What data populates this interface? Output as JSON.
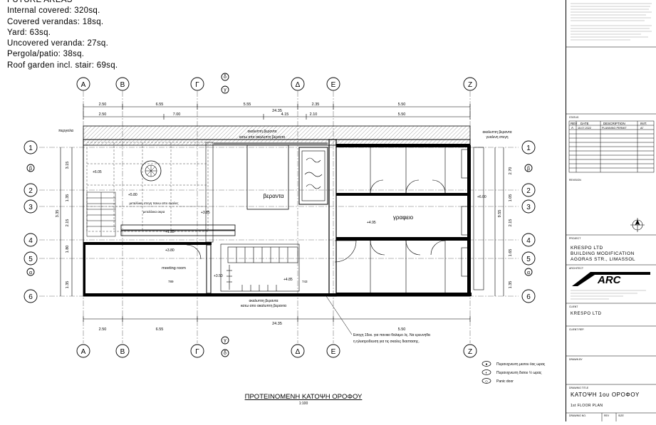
{
  "areas": {
    "heading": "FUTURE AREAS",
    "lines": [
      "Internal covered: 320sq.",
      "Covered verandas: 18sq.",
      "Yard: 63sq.",
      "Uncovered veranda: 27sq.",
      "Pergola/patio: 38sq.",
      "Roof garden incl. stair: 69sq."
    ]
  },
  "grid": {
    "columns": [
      "Α",
      "Β",
      "Γ",
      "Δ",
      "Ε",
      "Ζ"
    ],
    "rows": [
      "1",
      "2",
      "3",
      "4",
      "5",
      "6"
    ],
    "aux_cols": [
      "δ",
      "γ"
    ],
    "aux_rows": [
      "β",
      "α"
    ]
  },
  "dims": {
    "top1": [
      "2.50",
      "6.55",
      "5.55",
      "2.35",
      "5.50"
    ],
    "top1_total": "24.35",
    "top2": [
      "2.50",
      "7.00",
      "4.15",
      "2.10",
      "5.50"
    ],
    "bottom1": [
      "2.50",
      "6.55",
      "5.50"
    ],
    "bottom1_total": "24.35",
    "left": [
      "3.15",
      "1.35",
      "2.15",
      "1.80",
      "3.35",
      "1.35"
    ],
    "right": [
      "2.70",
      "1.05",
      "2.15",
      "1.65",
      "1.35"
    ],
    "right_total": "9.55"
  },
  "labels": {
    "pergola": "περγολα",
    "veranda_top": "ακαλυπτη βεραντα",
    "veranda_top2": "κατω απο ακαλυπτη βεραντα",
    "veranda_right": "ακαλυπτη βεραντα",
    "glass_roof": "γυαλινη στεγη",
    "metal_roof": "μεταλλικη στεγη πανω απο σκαλες",
    "metal_beams": "μεταλλικα ακρα",
    "veranda_room": "βεραντα",
    "office_room": "γραφειο",
    "meeting_room": "meeting room",
    "lvl_600": "+6.00",
    "lvl_580": "+5.80",
    "lvl_385": "+3.85",
    "lvl_395": "+4.95",
    "lvl_380": "+3.80",
    "lvl_135": "+1.35",
    "lvl_485": "+4.85",
    "lvl_350": "+3.50",
    "lvl_605": "+6.05",
    "bottom_veranda": "ακαλυπτη βεραντα",
    "bottom_veranda2": "κατω απο ακαλυπτη βεραντα",
    "dim_789": "789",
    "dim_743": "743",
    "note_line1": "Εσοχη 15εκ. για πανικο θαλαμο /ις. Να ερευνηθει",
    "note_line2": "η ηλεκτροδευση για τις σκαλες διαστασης."
  },
  "legend": [
    {
      "symbol": "●",
      "text": "Πυρανιχνευτη μεσου /ιας ωρας"
    },
    {
      "symbol": "◐",
      "text": "Πυρανιχνευτη δισου ½ ωρας"
    },
    {
      "symbol": "◇",
      "text": "Panic door"
    }
  ],
  "plan_title": "ΠΡΟΤΕΙΝΟΜΕΝΗ ΚΑΤΟΨΗ ΟΡΟΦΟΥ",
  "plan_scale": "1:100",
  "titleblock": {
    "status_label": "STATUS",
    "rev_headers": [
      "REV",
      "DATE",
      "DESCRIPTION",
      "INIT."
    ],
    "rev_row": [
      "A",
      "15.07.2022",
      "PLANNING PERMIT",
      "ΑΓ"
    ],
    "revision_label": "REVISION",
    "project_label": "PROJECT",
    "project_lines": [
      "KRESPO LTD",
      "BUILDING MODIFICATION",
      "AGORAS STR., LIMASSOL"
    ],
    "architect_label": "ARCHITECT",
    "logo": "ARC",
    "client_label": "CLIENT",
    "client": "KRESPO LTD",
    "client_rep_label": "CLIENT REP.",
    "drawn_label": "DRAWN BY",
    "drawing_title_label": "DRAWING TITLE",
    "drawing_title": "ΚΑΤΟΨΗ 1ου ΟΡΟΦΟΥ",
    "drawing_sub": "1st FLOOR PLAN",
    "bottom_headers": [
      "DRAWING NO.",
      "REV",
      "SIZE"
    ]
  }
}
